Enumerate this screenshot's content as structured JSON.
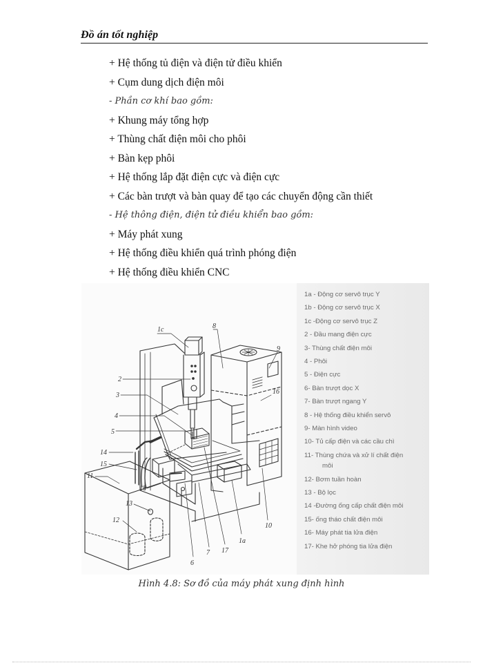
{
  "header": {
    "title": "Đồ án tốt nghiệp"
  },
  "body_lines": [
    {
      "text": "+ Hệ thống tủ điện và điện tử điều khiển",
      "style": "normal"
    },
    {
      "text": "+ Cụm dung dịch điện môi",
      "style": "normal"
    },
    {
      "text": "- Phần cơ khí bao gồm:",
      "style": "italic"
    },
    {
      "text": "+ Khung máy tổng hợp",
      "style": "normal"
    },
    {
      "text": "+ Thùng chất điện môi cho phôi",
      "style": "normal"
    },
    {
      "text": "+ Bàn kẹp phôi",
      "style": "normal"
    },
    {
      "text": "+ Hệ thống lắp đặt điện cực và điện cực",
      "style": "normal"
    },
    {
      "text": "+ Các bàn trượt và bàn quay để tạo các chuyển động cần thiết",
      "style": "normal"
    },
    {
      "text": "- Hệ thông điện, điện tử điều khiển bao gồm:",
      "style": "italic"
    },
    {
      "text": "+ Máy phát xung",
      "style": "normal"
    },
    {
      "text": "+ Hệ thống điều khiển quá trình phóng điện",
      "style": "normal"
    },
    {
      "text": "+ Hệ thống điều khiển CNC",
      "style": "normal"
    }
  ],
  "figure": {
    "callouts": [
      "1c",
      "8",
      "9",
      "2",
      "3",
      "16",
      "4",
      "5",
      "14",
      "15",
      "11",
      "1b",
      "13",
      "12",
      "6",
      "7",
      "17",
      "1a",
      "10"
    ],
    "legend": [
      {
        "text": "1a - Động cơ servô trục Y"
      },
      {
        "text": "1b - Động cơ servô trục X"
      },
      {
        "text": "1c -Động cơ servô trục Z"
      },
      {
        "text": "2 - Đầu mang điện cực"
      },
      {
        "text": "3- Thùng chất điện môi"
      },
      {
        "text": "4 - Phôi"
      },
      {
        "text": "5 - Điện cực"
      },
      {
        "text": "6- Bàn trượt dọc X"
      },
      {
        "text": "7- Bàn trượt ngang Y"
      },
      {
        "text": "8 - Hệ thống điều khiển servô"
      },
      {
        "text": "9- Màn hình video"
      },
      {
        "text": "10- Tủ cấp điện và các cầu chì"
      },
      {
        "text": "11- Thùng chứa và xử lí chất điện",
        "cont": "môi"
      },
      {
        "text": "12- Bơm tuần hoàn"
      },
      {
        "text": "13 - Bộ lọc"
      },
      {
        "text": "14 -Đường ống cấp chất điện môi"
      },
      {
        "text": "15- ống tháo chất điện môi"
      },
      {
        "text": "16- Máy phát tia lửa điện"
      },
      {
        "text": "17- Khe hở phóng tia lửa điện"
      }
    ],
    "caption": "Hình 4.8: Sơ đồ của máy phát xung định hình"
  }
}
